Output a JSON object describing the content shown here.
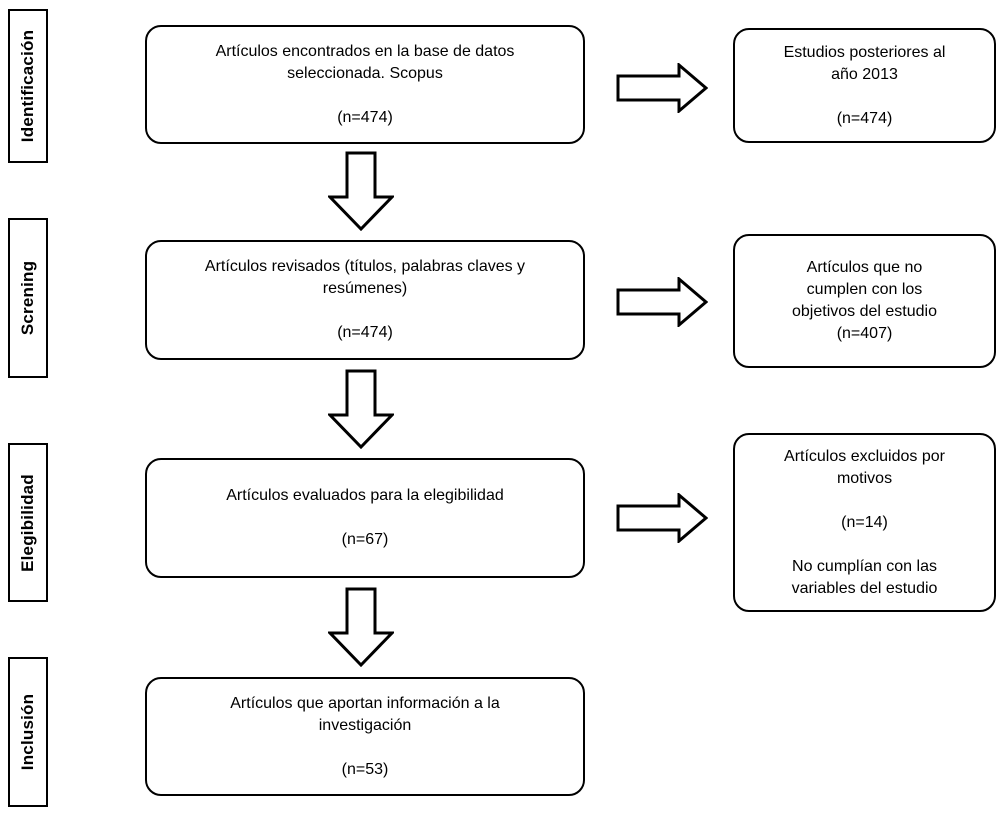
{
  "diagram": {
    "type": "prisma-flowchart",
    "stages": [
      {
        "label": "Identificación"
      },
      {
        "label": "Screning"
      },
      {
        "label": "Elegibilidad"
      },
      {
        "label": "Inclusión"
      }
    ],
    "main_flow": [
      {
        "text": "Artículos encontrados en la base de datos\nseleccionada. Scopus",
        "count": "(n=474)"
      },
      {
        "text": "Artículos revisados (títulos, palabras claves y\nresúmenes)",
        "count": "(n=474)"
      },
      {
        "text": "Artículos evaluados para la elegibilidad",
        "count": "(n=67)"
      },
      {
        "text": "Artículos que aportan información a la\ninvestigación",
        "count": "(n=53)"
      }
    ],
    "exclusion_boxes": [
      {
        "text": "Estudios posteriores al\naño 2013",
        "count": "(n=474)"
      },
      {
        "text": "Artículos que no\ncumplen con los\nobjetivos del estudio",
        "count": "(n=407)"
      },
      {
        "text": "Artículos excluidos por\nmotivos",
        "count": "(n=14)",
        "note": "No cumplían con las\nvariables del estudio"
      }
    ],
    "icons": {
      "down_arrow": "hollow block arrow pointing down (⇓)",
      "right_arrow": "hollow block arrow pointing right (⇒)"
    },
    "colors": {
      "border": "#000000",
      "text": "#000000",
      "background": "#ffffff"
    }
  }
}
